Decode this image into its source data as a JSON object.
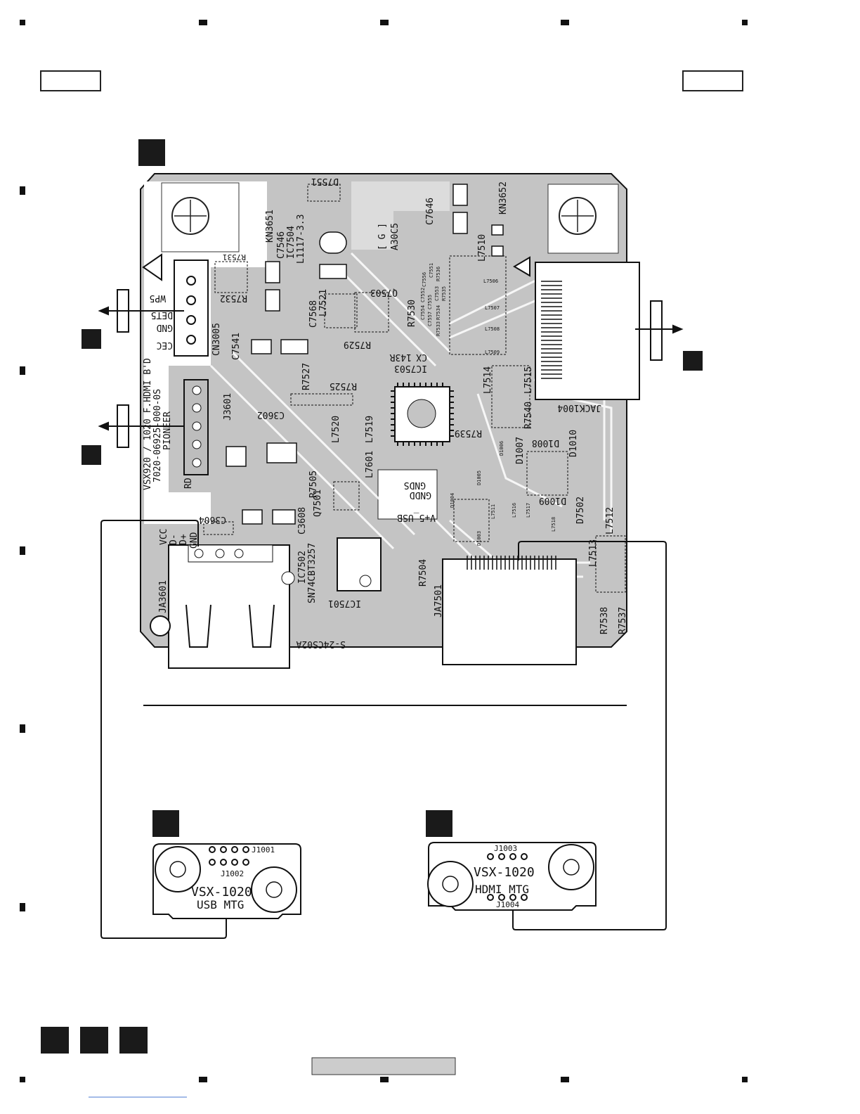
{
  "board": {
    "model_note": "VSX920 / 1020 F.HDMI B'D",
    "part_number": "7020-06925-000-0S",
    "brand": "PIONEER"
  },
  "connector_pins": {
    "cn3005": [
      "WP5",
      "DET5",
      "GND",
      "CEC"
    ],
    "ja3601": [
      "VCC",
      "D-",
      "D+",
      "GND"
    ],
    "usb_pins": [
      "V+5_USB",
      "GNDD",
      "GNDS"
    ],
    "rd": "RD"
  },
  "refs": {
    "top": [
      "D7551",
      "KN3651",
      "C7546",
      "IC7504",
      "L1117-3.3",
      "[ G ]",
      "A30C5",
      "C7646",
      "KN3652",
      "L7510"
    ],
    "left_top": [
      "R7531",
      "R7532",
      "CN3005",
      "C7541",
      "C7568",
      "L7521",
      "Q7503",
      "R7530",
      "R7529",
      "IC7503",
      "143R",
      "CX"
    ],
    "small_top": [
      "C7556",
      "C7552",
      "C7551",
      "R7536",
      "L7506",
      "C7554",
      "C7555",
      "C7553",
      "C7557",
      "R7535",
      "R7534",
      "R7533",
      "L7507",
      "L7508",
      "L7509"
    ],
    "mid": [
      "R7527",
      "R7525",
      "J3601",
      "C3602",
      "L7520",
      "L7519",
      "R7505",
      "L7601",
      "Q7501",
      "L7514",
      "L7515",
      "R7540",
      "R7539",
      "JACK1004"
    ],
    "mid_right": [
      "D1007",
      "D1008",
      "D1010",
      "D1009",
      "D1006",
      "D1005",
      "D1004",
      "D1003",
      "L7511",
      "L7516",
      "L7517",
      "L7518",
      "D7502",
      "L7512",
      "L7513",
      "R7538",
      "R7537"
    ],
    "bottom": [
      "C3604",
      "C3608",
      "IC7502",
      "SN74CBT3257",
      "JA3601",
      "R7504",
      "IC7501",
      "S-24CS02A",
      "JA7501"
    ]
  },
  "mtg_boards": {
    "usb": {
      "j_top": "J1001",
      "j_bottom": "J1002",
      "line1": "VSX-1020",
      "line2": "USB MTG"
    },
    "hdmi": {
      "j_top": "J1003",
      "j_bottom": "J1004",
      "line1": "VSX-1020",
      "line2": "HDMI MTG"
    }
  }
}
